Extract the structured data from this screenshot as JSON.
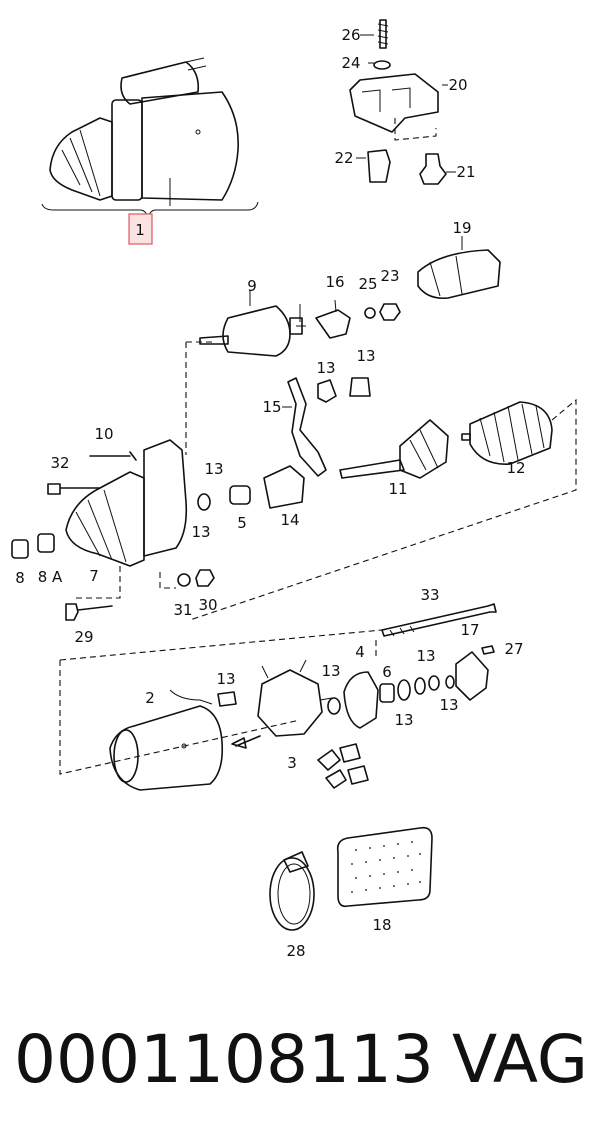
{
  "diagram": {
    "callouts": [
      {
        "id": "c1",
        "text": "1"
      },
      {
        "id": "c2",
        "text": "2"
      },
      {
        "id": "c3",
        "text": "3"
      },
      {
        "id": "c4",
        "text": "4"
      },
      {
        "id": "c5",
        "text": "5"
      },
      {
        "id": "c6",
        "text": "6"
      },
      {
        "id": "c7",
        "text": "7"
      },
      {
        "id": "c8",
        "text": "8"
      },
      {
        "id": "c8a",
        "text": "8 A"
      },
      {
        "id": "c9",
        "text": "9"
      },
      {
        "id": "c10",
        "text": "10"
      },
      {
        "id": "c11",
        "text": "11"
      },
      {
        "id": "c12",
        "text": "12"
      },
      {
        "id": "c13",
        "text": "13"
      },
      {
        "id": "c14",
        "text": "14"
      },
      {
        "id": "c15",
        "text": "15"
      },
      {
        "id": "c16",
        "text": "16"
      },
      {
        "id": "c17",
        "text": "17"
      },
      {
        "id": "c18",
        "text": "18"
      },
      {
        "id": "c19",
        "text": "19"
      },
      {
        "id": "c20",
        "text": "20"
      },
      {
        "id": "c21",
        "text": "21"
      },
      {
        "id": "c22",
        "text": "22"
      },
      {
        "id": "c23",
        "text": "23"
      },
      {
        "id": "c24",
        "text": "24"
      },
      {
        "id": "c25",
        "text": "25"
      },
      {
        "id": "c26",
        "text": "26"
      },
      {
        "id": "c27",
        "text": "27"
      },
      {
        "id": "c28",
        "text": "28"
      },
      {
        "id": "c29",
        "text": "29"
      },
      {
        "id": "c30",
        "text": "30"
      },
      {
        "id": "c31",
        "text": "31"
      },
      {
        "id": "c32",
        "text": "32"
      },
      {
        "id": "c33",
        "text": "33"
      }
    ],
    "highlight_color": "#e05a5a"
  },
  "footer": {
    "part_number": "0001108113",
    "brand": "VAG"
  }
}
